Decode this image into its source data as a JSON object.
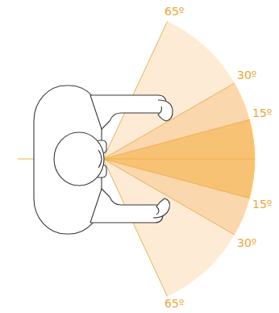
{
  "diagram": {
    "labels": [
      "65º",
      "30º",
      "15º",
      "15º",
      "30º",
      "65º"
    ]
  }
}
